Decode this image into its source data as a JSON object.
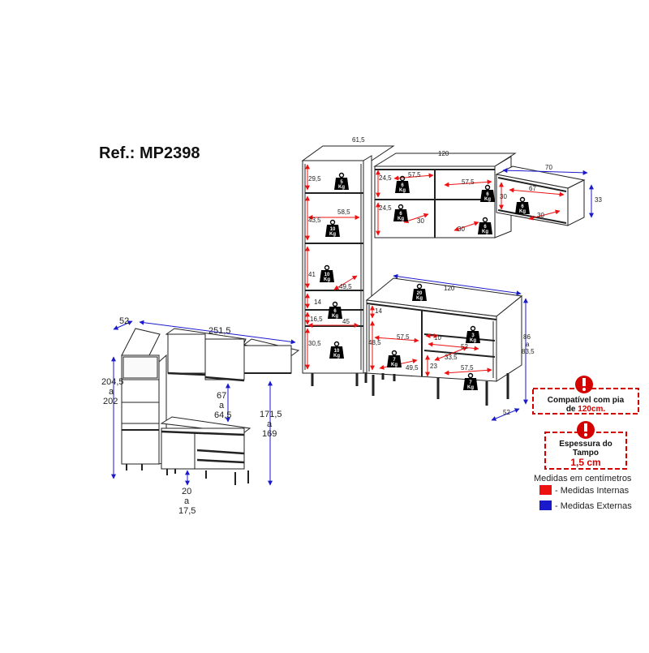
{
  "reference": "Ref.: MP2398",
  "colors": {
    "internal": "#ee1111",
    "external": "#1a1acc",
    "line": "#222222",
    "warning": "#d40000"
  },
  "overview_dims": {
    "depth": "52",
    "total_width": "251,5",
    "height_left_a": "204,5",
    "height_left_sep": "a",
    "height_left_b": "202",
    "counter_gap_a": "67",
    "counter_gap_sep": "a",
    "counter_gap_b": "64,5",
    "counter_h_a": "171,5",
    "counter_h_sep": "a",
    "counter_h_b": "169",
    "leg_a": "20",
    "leg_sep": "a",
    "leg_b": "17,5"
  },
  "tower_dims": {
    "width": "61,5",
    "h1": "29,5",
    "h2": "43,5",
    "h3": "41",
    "h4": "14",
    "h5": "16,5",
    "h6": "30,5",
    "w1": "58,5",
    "w2": "49,5",
    "w3": "45",
    "kg1": "5",
    "kg2": "10",
    "kg3": "10",
    "kg4": "6",
    "kg5": "10"
  },
  "upper_dims": {
    "width": "120",
    "h1": "24,5",
    "h2": "24,5",
    "w1": "57,5",
    "w2": "57,5",
    "d1": "30",
    "d2": "30",
    "kg1": "6",
    "kg2": "6",
    "kg3": "6",
    "kg4": "6"
  },
  "small_dims": {
    "width": "70",
    "inner_w": "67",
    "inner_h": "30",
    "depth": "30",
    "height": "33",
    "kg": "6"
  },
  "base_dims": {
    "width": "120",
    "top_kg": "20",
    "h1": "14",
    "h2": "48,5",
    "w1": "57,5",
    "w2": "49,5",
    "w3": "10",
    "w4": "52",
    "w5": "33,5",
    "w6": "57,5",
    "h3": "23",
    "height_a": "86",
    "height_sep": "a",
    "height_b": "83,5",
    "depth": "52",
    "kg1": "7",
    "kg2": "3",
    "kg3": "7"
  },
  "kg_unit": "Kg",
  "warnings": {
    "sink_line1": "Compatível com pia",
    "sink_line2_prefix": "de ",
    "sink_line2_value": "120cm.",
    "top_line1": "Espessura do",
    "top_line2": "Tampo",
    "top_value": "1,5 cm"
  },
  "legend": {
    "title": "Medidas em centímetros",
    "internal": "- Medidas Internas",
    "external": "- Medidas Externas"
  }
}
